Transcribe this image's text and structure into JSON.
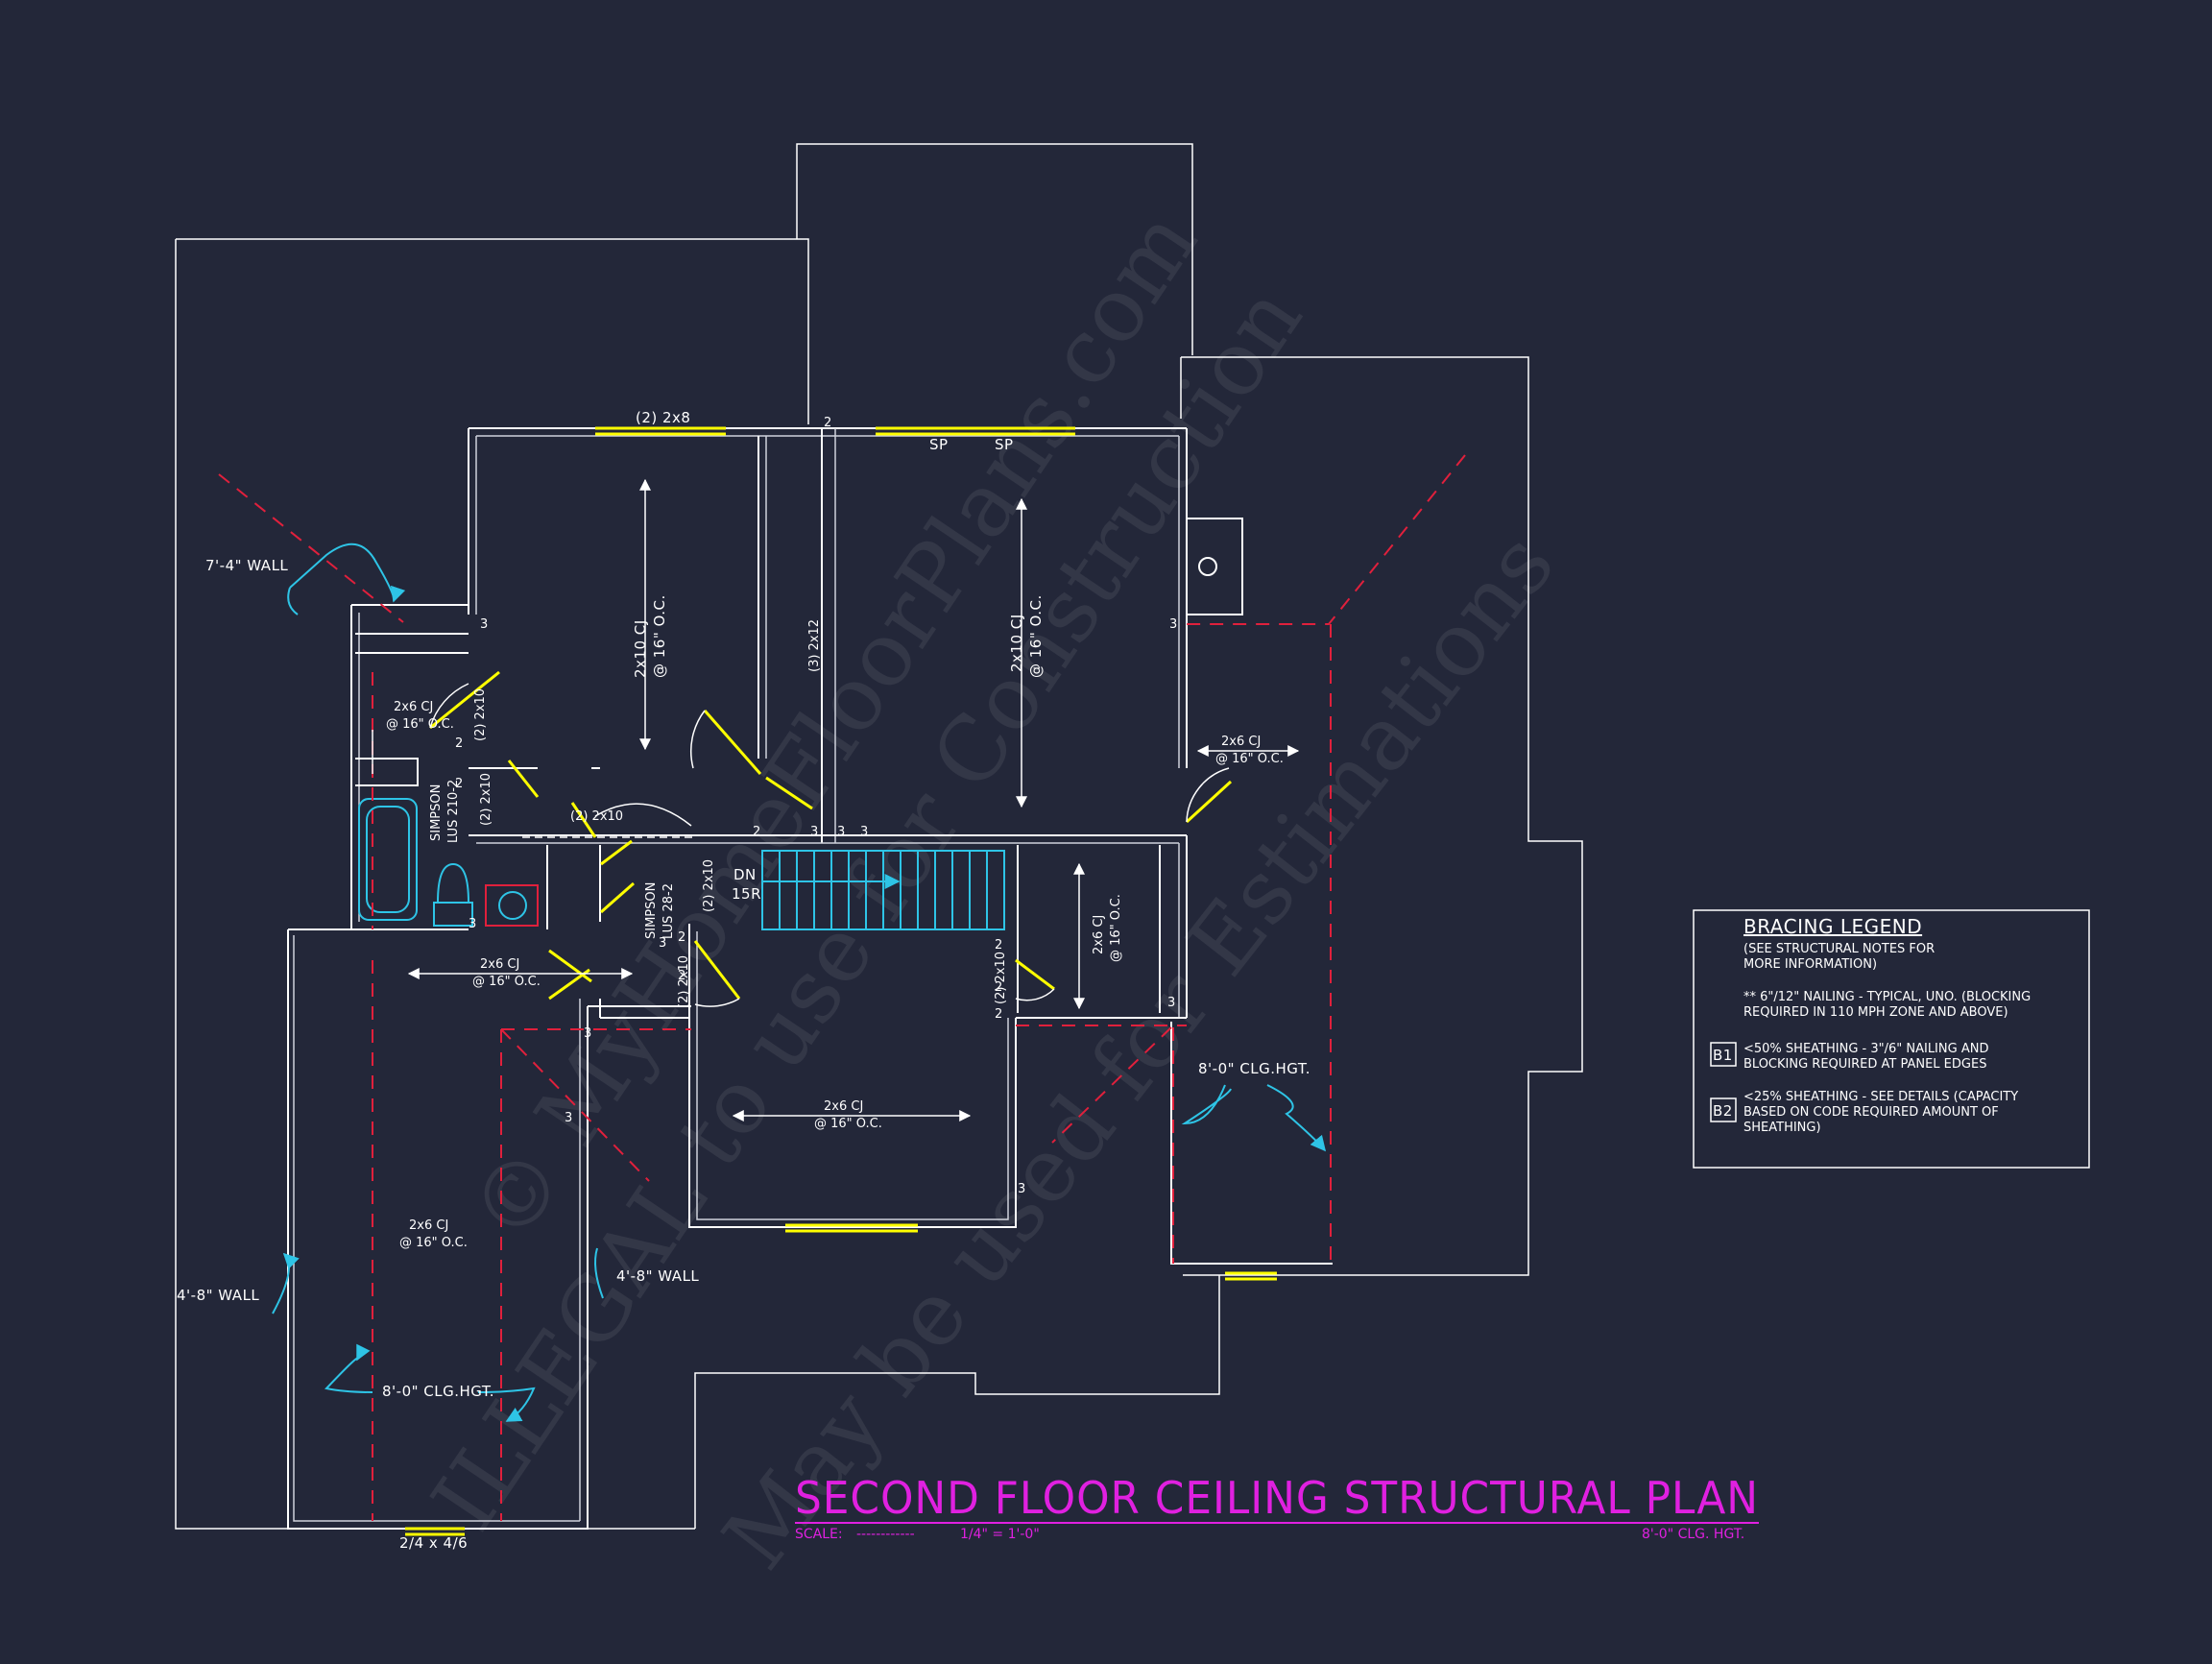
{
  "watermark": {
    "line1": "© MyHomeFloorPlans.com",
    "line2": "ILLEGAL to use for Construction",
    "line3": "May be used for Estimations"
  },
  "title": {
    "main": "SECOND FLOOR CEILING STRUCTURAL PLAN",
    "scale_label": "SCALE:",
    "scale_dashes": "------------",
    "scale_value": "1/4\" = 1'-0\"",
    "ceiling_height": "8'-0\" CLG. HGT."
  },
  "legend": {
    "heading": "BRACING LEGEND",
    "note1": "(SEE STRUCTURAL NOTES FOR",
    "note2": "MORE INFORMATION)",
    "nailing1": "** 6\"/12\" NAILING - TYPICAL, UNO. (BLOCKING",
    "nailing2": "REQUIRED IN 110 MPH ZONE AND ABOVE)",
    "b1_tag": "B1",
    "b1_line1": "<50% SHEATHING - 3\"/6\" NAILING AND",
    "b1_line2": "BLOCKING REQUIRED AT PANEL EDGES",
    "b2_tag": "B2",
    "b2_line1": "<25% SHEATHING - SEE DETAILS (CAPACITY",
    "b2_line2": "BASED ON CODE REQUIRED AMOUNT OF",
    "b2_line3": "SHEATHING)"
  },
  "annotations": {
    "header_2x8": "(2) 2x8",
    "sp1": "SP",
    "sp2": "SP",
    "joist_bed1": "2x10 CJ",
    "joist_bed1_oc": "@ 16\" O.C.",
    "joist_bed2": "2x10 CJ",
    "joist_bed2_oc": "@ 16\" O.C.",
    "beam_3x12": "(3) 2x12",
    "wall_7_4": "7'-4\" WALL",
    "cj_bath": "2x6 CJ",
    "cj_bath_oc": "@ 16\" O.C.",
    "hdr_2x10_a": "(2) 2x10",
    "hdr_2x10_b": "(2) 2x10",
    "hdr_2x10_c": "(2) 2x10",
    "hdr_2x10_d": "(2) 2x10",
    "hdr_2x10_e": "(2) 2x10",
    "hdr_2x10_f": "(2) 2x10",
    "simpson1a": "SIMPSON",
    "simpson1b": "LUS 210-2",
    "simpson2a": "SIMPSON",
    "simpson2b": "LUS 28-2",
    "stair_dn": "DN",
    "stair_r": "15R",
    "cj_right": "2x6 CJ",
    "cj_right_oc": "@ 16\" O.C.",
    "cj_closet": "2x6 CJ",
    "cj_closet_oc": "@ 16\" O.C.",
    "cj_hall": "2x6 CJ",
    "cj_hall_oc": "@ 16\" O.C.",
    "cj_center": "2x6 CJ",
    "cj_center_oc": "@ 16\" O.C.",
    "clg_right": "8'-0\" CLG.HGT.",
    "cj_left": "2x6 CJ",
    "cj_left_oc": "@ 16\" O.C.",
    "wall_4_8_left": "4'-8\" WALL",
    "wall_4_8_mid": "4'-8\" WALL",
    "clg_left": "8'-0\" CLG.HGT.",
    "window_bottom": "2/4 x 4/6",
    "n3a": "3",
    "n3b": "3",
    "n3c": "3",
    "n3d": "3",
    "n3e": "3",
    "n3f": "3",
    "n3g": "3",
    "n3h": "3",
    "n3i": "3",
    "n3j": "3",
    "n3k": "3",
    "n2a": "2",
    "n2b": "2",
    "n2c": "2",
    "n2d": "2",
    "n2e": "2",
    "n2f": "2",
    "n2g": "2",
    "n2h": "2",
    "n2i": "2"
  },
  "colors": {
    "background": "#232739",
    "walls": "#ffffff",
    "title": "#e020e0",
    "windows": "#ffff00",
    "fixtures": "#2ec4e6",
    "ridges": "#e0203c"
  }
}
